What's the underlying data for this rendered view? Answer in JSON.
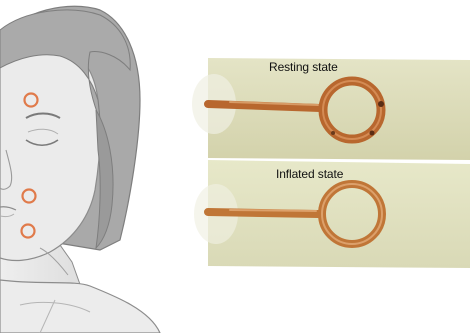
{
  "photo_panels": {
    "resting_label": "Resting state",
    "inflated_label": "Inflated state"
  },
  "colors": {
    "face_skin": "#e8e8e8",
    "face_line": "#8c8c8c",
    "hair": "#a7a7a7",
    "hair_dark": "#8f8f8f",
    "marker_ring": "#e07a4a",
    "slide_resting": "#dcdcb8",
    "slide_inflated": "#e2e4c2",
    "actuator_copper": "#b8672e"
  },
  "icons": {
    "face": "face-illustration",
    "marker": "marker-ring-icon",
    "actuator": "ring-actuator"
  }
}
